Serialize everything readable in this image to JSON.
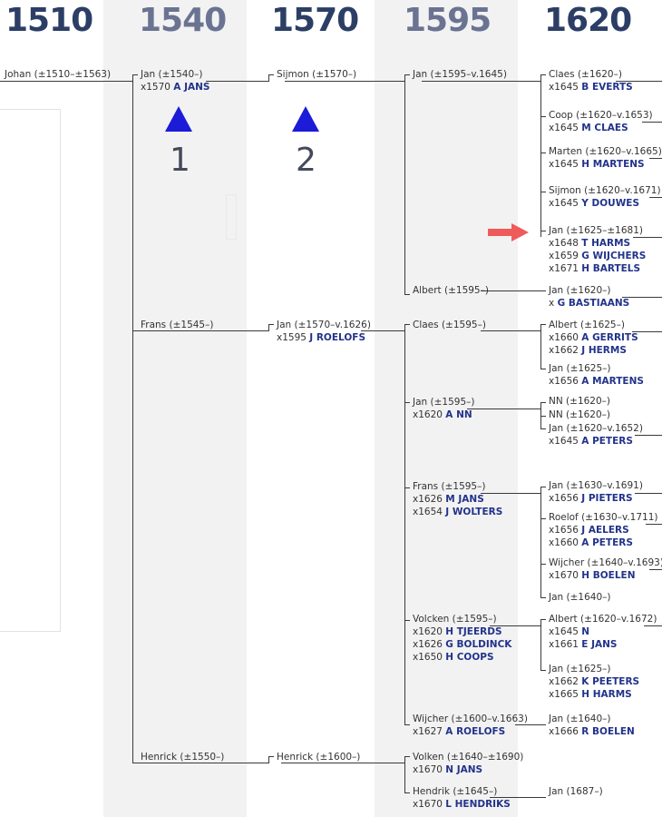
{
  "years": [
    "1510",
    "1540",
    "1570",
    "1595",
    "1620"
  ],
  "markers": [
    "1",
    "2"
  ],
  "entries": [
    {
      "name": "Johan (±1510–±1563)"
    },
    {
      "name": "Jan (±1540–)",
      "spouses": [
        {
          "p": "x1570",
          "n": "A JANS"
        }
      ]
    },
    {
      "name": "Frans (±1545–)"
    },
    {
      "name": "Henrick (±1550–)"
    },
    {
      "name": "Sijmon (±1570–)"
    },
    {
      "name": "Jan (±1570–v.1626)",
      "spouses": [
        {
          "p": "x1595",
          "n": "J ROELOFS"
        }
      ]
    },
    {
      "name": "Henrick (±1600–)"
    },
    {
      "name": "Jan (±1595–v.1645)"
    },
    {
      "name": "Albert (±1595–)"
    },
    {
      "name": "Claes (±1595–)"
    },
    {
      "name": "Jan (±1595–)",
      "spouses": [
        {
          "p": "x1620",
          "n": "A NN"
        }
      ]
    },
    {
      "name": "Frans (±1595–)",
      "spouses": [
        {
          "p": "x1626",
          "n": "M JANS"
        },
        {
          "p": "x1654",
          "n": "J WOLTERS"
        }
      ]
    },
    {
      "name": "Volcken (±1595–)",
      "spouses": [
        {
          "p": "x1620",
          "n": "H TJEERDS"
        },
        {
          "p": "x1626",
          "n": "G BOLDINCK"
        },
        {
          "p": "x1650",
          "n": "H COOPS"
        }
      ]
    },
    {
      "name": "Wijcher (±1600–v.1663)",
      "spouses": [
        {
          "p": "x1627",
          "n": "A ROELOFS"
        }
      ]
    },
    {
      "name": "Volken (±1640–±1690)",
      "spouses": [
        {
          "p": "x1670",
          "n": "N JANS"
        }
      ]
    },
    {
      "name": "Hendrik (±1645–)",
      "spouses": [
        {
          "p": "x1670",
          "n": "L HENDRIKS"
        }
      ]
    },
    {
      "name": "Claes (±1620–)",
      "spouses": [
        {
          "p": "x1645",
          "n": "B EVERTS"
        }
      ]
    },
    {
      "name": "Coop (±1620–v.1653)",
      "spouses": [
        {
          "p": "x1645",
          "n": "M CLAES"
        }
      ]
    },
    {
      "name": "Marten (±1620–v.1665)",
      "spouses": [
        {
          "p": "x1645",
          "n": "H MARTENS"
        }
      ]
    },
    {
      "name": "Sijmon (±1620–v.1671)",
      "spouses": [
        {
          "p": "x1645",
          "n": "Y DOUWES"
        }
      ]
    },
    {
      "name": "Jan (±1625–±1681)",
      "spouses": [
        {
          "p": "x1648",
          "n": "T HARMS"
        },
        {
          "p": "x1659",
          "n": "G WIJCHERS"
        },
        {
          "p": "x1671",
          "n": "H BARTELS"
        }
      ]
    },
    {
      "name": "Jan (±1620–)",
      "spouses": [
        {
          "p": "x",
          "n": "G BASTIAANS"
        }
      ]
    },
    {
      "name": "Albert (±1625–)",
      "spouses": [
        {
          "p": "x1660",
          "n": "A GERRITS"
        },
        {
          "p": "x1662",
          "n": "J HERMS"
        }
      ]
    },
    {
      "name": "Jan (±1625–)",
      "spouses": [
        {
          "p": "x1656",
          "n": "A MARTENS"
        }
      ]
    },
    {
      "name": "NN (±1620–)"
    },
    {
      "name": "NN (±1620–)"
    },
    {
      "name": "Jan (±1620–v.1652)",
      "spouses": [
        {
          "p": "x1645",
          "n": "A PETERS"
        }
      ]
    },
    {
      "name": "Jan (±1630–v.1691)",
      "spouses": [
        {
          "p": "x1656",
          "n": "J PIETERS"
        }
      ]
    },
    {
      "name": "Roelof (±1630–v.1711)",
      "spouses": [
        {
          "p": "x1656",
          "n": "J AELERS"
        },
        {
          "p": "x1660",
          "n": "A PETERS"
        }
      ]
    },
    {
      "name": "Wijcher (±1640–v.1693)",
      "spouses": [
        {
          "p": "x1670",
          "n": "H BOELEN"
        }
      ]
    },
    {
      "name": "Jan (±1640–)"
    },
    {
      "name": "Albert (±1620–v.1672)",
      "spouses": [
        {
          "p": "x1645",
          "n": "N"
        },
        {
          "p": "x1661",
          "n": "E JANS"
        }
      ]
    },
    {
      "name": "Jan (±1625–)",
      "spouses": [
        {
          "p": "x1662",
          "n": "K PEETERS"
        },
        {
          "p": "x1665",
          "n": "H HARMS"
        }
      ]
    },
    {
      "name": "Jan (±1640–)",
      "spouses": [
        {
          "p": "x1666",
          "n": "R BOELEN"
        }
      ]
    },
    {
      "name": "Jan (1687–)"
    }
  ]
}
